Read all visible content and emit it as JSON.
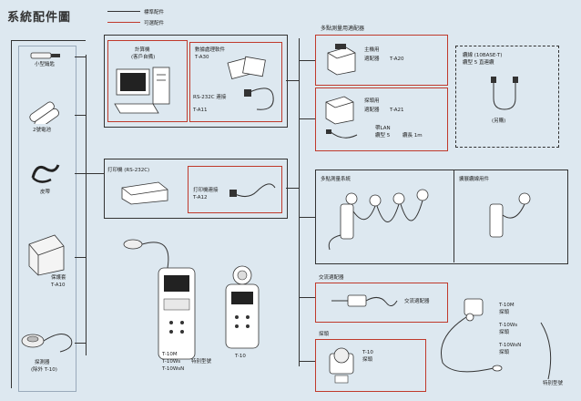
{
  "diagram": {
    "title": "系統配件圖",
    "legend": {
      "standard": "標準配件",
      "optional": "可選配件"
    },
    "left_items": [
      {
        "label": "小型鑰匙"
      },
      {
        "label": "2號電池"
      },
      {
        "label": "皮帶"
      },
      {
        "label": "保護套",
        "label2": "T-A10"
      },
      {
        "label": "探測器",
        "label2": "(除外 T-10)"
      }
    ],
    "computer_box": {
      "computer": "計算機",
      "computer2": "(客戶自備)",
      "software": "數據處理軟件",
      "software_model": "T-A30",
      "cable": "RS-232C 連接",
      "cable_model": "T-A11"
    },
    "printer_box": {
      "printer": "打印機 (RS-232C)",
      "cable": "打印機連接",
      "cable_model": "T-A12"
    },
    "meters": {
      "meter1_label": "T-10M",
      "meter1_label2": "T-10Ws",
      "meter1_label3": "T-10WsN",
      "meter1_note": "特別型號",
      "meter2_label": "T-10"
    },
    "right_top_title": "多點測量用適配器",
    "main_adapter": {
      "label": "主機用",
      "label2": "適配器",
      "model": "T-A20"
    },
    "probe_adapter": {
      "label": "探頭用",
      "label2": "適配器",
      "model": "T-A21",
      "lan": "帶LAN",
      "lan2": "纜型 5",
      "length": "纜長 1m"
    },
    "dashed_box": {
      "cable": "纜線 (10BASE-T)",
      "cable2": "纜型 5 直連纜",
      "note": "(另購)"
    },
    "multi_system": {
      "label": "多點測量系統",
      "ext": "擴展纜線用件"
    },
    "ac_adapter": {
      "title": "交流適配器",
      "label": "交流適配器"
    },
    "probes_box": {
      "title": "探頭",
      "t10": "T-10",
      "t10_2": "探頭",
      "t10m": "T-10M",
      "t10m_2": "探頭",
      "t10ws": "T-10Ws",
      "t10ws_2": "探頭",
      "t10wsn": "T-10WsN",
      "t10wsn_2": "探頭",
      "special": "特別型號"
    }
  },
  "colors": {
    "background": "#dde8f0",
    "optional_red": "#c0392b",
    "standard_black": "#333333"
  }
}
